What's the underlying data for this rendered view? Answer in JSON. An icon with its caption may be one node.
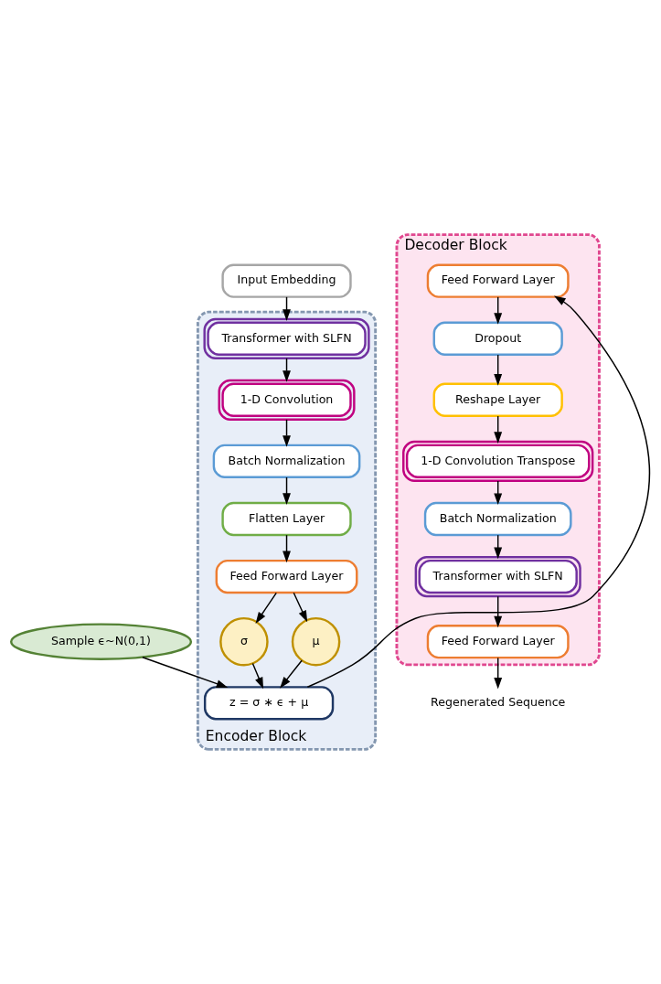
{
  "diagram": {
    "nodes": [
      {
        "text": [
          "Input Embedding"
        ]
      },
      {
        "text": [
          "Encoder Block"
        ]
      },
      {
        "text": [
          "Transformer with SLFN"
        ],
        "in": 1
      },
      {
        "text": [
          "1-D Convolution"
        ],
        "in": 1
      },
      {
        "text": [
          "Batch Normalization"
        ],
        "in": 1
      },
      {
        "text": [
          "Flatten Layer"
        ],
        "in": 1
      },
      {
        "text": [
          "Feed Forward Layer"
        ],
        "in": 1
      },
      {
        "text": [
          "σ"
        ],
        "in": 1
      },
      {
        "text": [
          "μ"
        ],
        "in": 1
      },
      {
        "text": [
          "z = σ ∗ ϵ + μ"
        ],
        "in": 1
      },
      {
        "text": [
          "Sample ϵ~N(0,1)"
        ]
      },
      {
        "text": [
          "Decoder Block"
        ]
      },
      {
        "text": [
          "Feed Forward Layer"
        ],
        "in": 11
      },
      {
        "text": [
          "Dropout"
        ],
        "in": 11
      },
      {
        "text": [
          "Reshape Layer"
        ],
        "in": 11
      },
      {
        "text": [
          "1-D Convolution Transpose"
        ],
        "in": 11
      },
      {
        "text": [
          "Batch Normalization"
        ],
        "in": 11
      },
      {
        "text": [
          "Transformer with SLFN"
        ],
        "in": 11
      },
      {
        "text": [
          "Feed Forward Layer"
        ],
        "in": 11
      },
      {
        "text": [
          "Regenerated Sequence"
        ]
      }
    ],
    "edges": [
      {
        "from": 0,
        "to": 2,
        "arrow": "to"
      },
      {
        "from": 2,
        "to": 3,
        "arrow": "to"
      },
      {
        "from": 3,
        "to": 4,
        "arrow": "to"
      },
      {
        "from": 4,
        "to": 5,
        "arrow": "to"
      },
      {
        "from": 5,
        "to": 6,
        "arrow": "to"
      },
      {
        "from": 6,
        "to": 7,
        "arrow": "to"
      },
      {
        "from": 6,
        "to": 8,
        "arrow": "to"
      },
      {
        "from": 7,
        "to": 9,
        "arrow": "to"
      },
      {
        "from": 8,
        "to": 9,
        "arrow": "to"
      },
      {
        "from": 10,
        "to": 9,
        "arrow": "to"
      },
      {
        "from": 9,
        "to": 12,
        "arrow": "to"
      },
      {
        "from": 12,
        "to": 13,
        "arrow": "to"
      },
      {
        "from": 13,
        "to": 14,
        "arrow": "to"
      },
      {
        "from": 14,
        "to": 15,
        "arrow": "to"
      },
      {
        "from": 15,
        "to": 16,
        "arrow": "to"
      },
      {
        "from": 16,
        "to": 17,
        "arrow": "to"
      },
      {
        "from": 17,
        "to": 18,
        "arrow": "to"
      },
      {
        "from": 18,
        "to": 19,
        "arrow": "to"
      }
    ]
  }
}
